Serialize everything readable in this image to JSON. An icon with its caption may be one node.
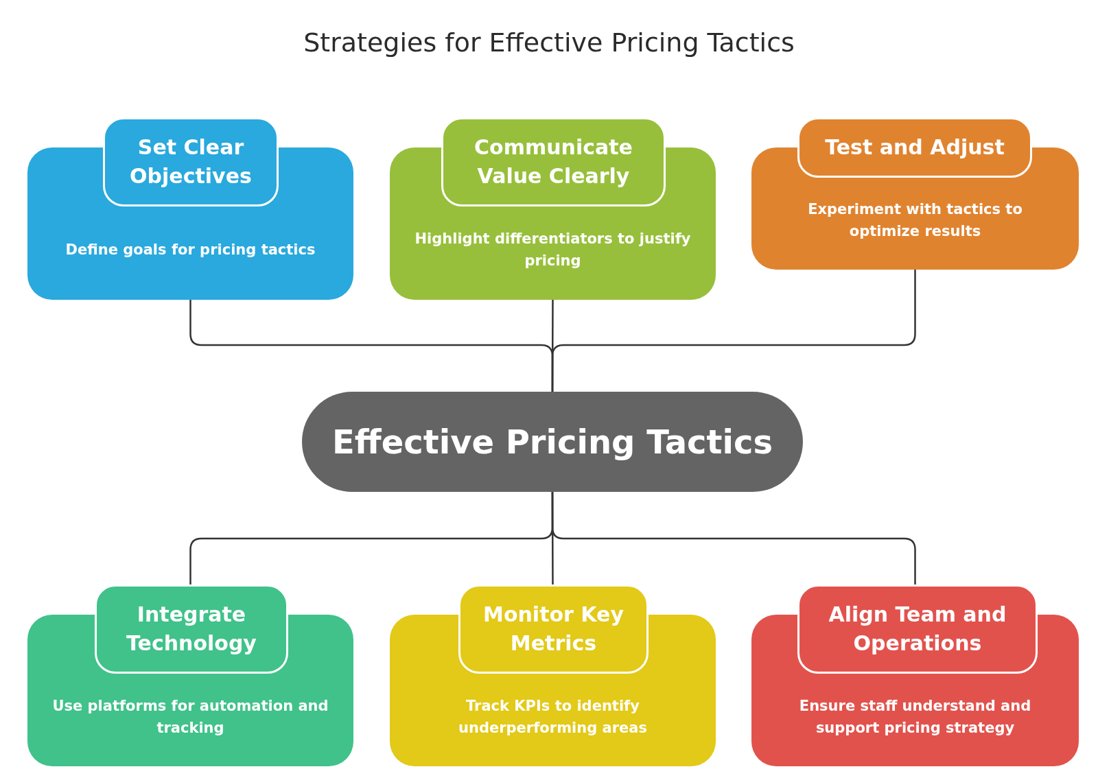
{
  "diagram": {
    "title": "Strategies for Effective Pricing Tactics",
    "nodes": [
      {
        "text": [
          "Set Clear Objectives",
          "Define goals for pricing tactics"
        ]
      },
      {
        "text": [
          "Communicate Value Clearly",
          "Highlight differentiators to justify pricing"
        ]
      },
      {
        "text": [
          "Test and Adjust",
          "Experiment with tactics to optimize results"
        ]
      },
      {
        "text": [
          "Effective Pricing Tactics"
        ]
      },
      {
        "text": [
          "Integrate Technology",
          "Use platforms for automation and tracking"
        ]
      },
      {
        "text": [
          "Monitor Key Metrics",
          "Track KPIs to identify underperforming areas"
        ]
      },
      {
        "text": [
          "Align Team and Operations",
          "Ensure staff understand and support pricing strategy"
        ]
      }
    ],
    "edges": [
      {
        "from": 0,
        "to": 3,
        "arrow": "none"
      },
      {
        "from": 1,
        "to": 3,
        "arrow": "none"
      },
      {
        "from": 2,
        "to": 3,
        "arrow": "none"
      },
      {
        "from": 3,
        "to": 4,
        "arrow": "none"
      },
      {
        "from": 3,
        "to": 5,
        "arrow": "none"
      },
      {
        "from": 3,
        "to": 6,
        "arrow": "none"
      }
    ]
  }
}
